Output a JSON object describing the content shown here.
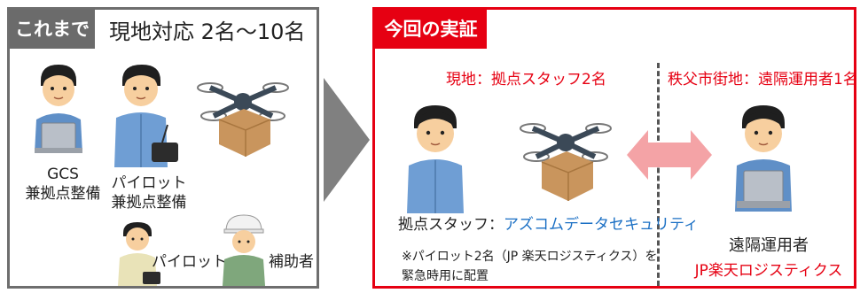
{
  "before": {
    "tag": "これまで",
    "title": "現地対応 2名〜10名",
    "figures": [
      {
        "label": "GCS\n兼拠点整備"
      },
      {
        "label": "パイロット\n兼拠点整備"
      },
      {
        "label": "パイロット"
      },
      {
        "label": "補助者"
      }
    ]
  },
  "after": {
    "tag": "今回の実証",
    "onsite_title": "現地：拠点スタッフ2名",
    "remote_title": "秩父市街地：遠隔運用者1名",
    "staff_label": "拠点スタッフ：",
    "staff_company": "アズコムデータセキュリティ",
    "note_line1": "※パイロット2名（JP 楽天ロジスティクス）を",
    "note_line2": "緊急時用に配置",
    "remote_label": "遠隔運用者",
    "remote_company": "JP楽天ロジスティクス"
  },
  "colors": {
    "accent_red": "#e60012",
    "gray_tag": "#6b6b6b",
    "company_blue": "#1a6fc4",
    "arrow_pink": "#f4a3a6"
  }
}
